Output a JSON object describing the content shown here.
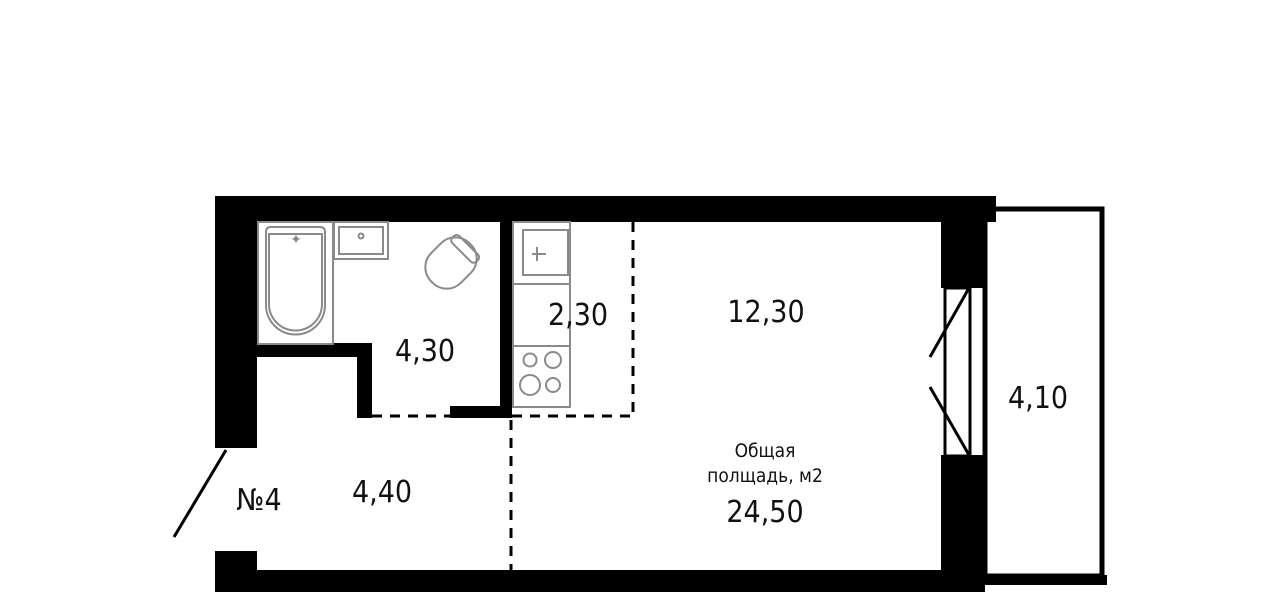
{
  "plan": {
    "apartment_number": "№4",
    "rooms": {
      "bathroom_area": "4,30",
      "kitchen_area": "2,30",
      "living_area": "12,30",
      "hall_area": "4,40",
      "balcony_area": "4,10"
    },
    "total": {
      "label_line1": "Общая",
      "label_line2": "полщадь, м2",
      "value": "24,50"
    }
  }
}
